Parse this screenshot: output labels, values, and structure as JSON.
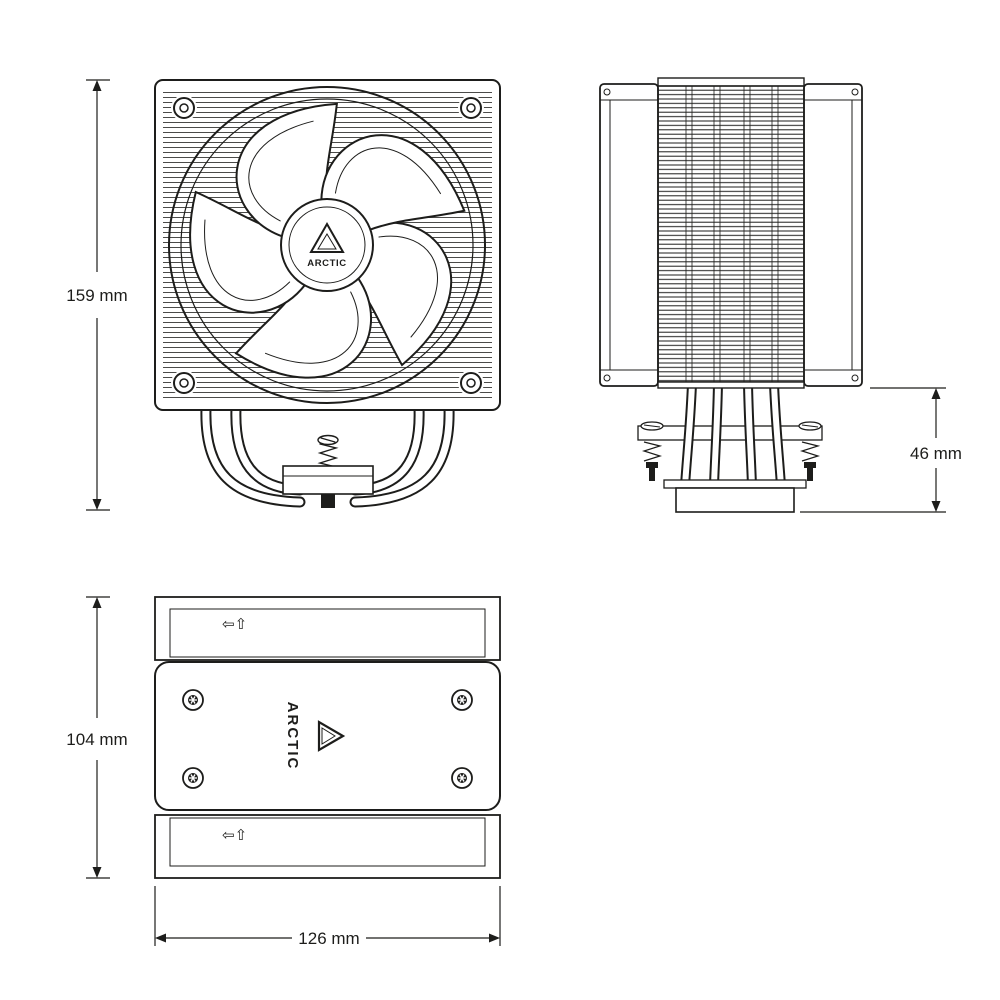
{
  "page": {
    "background": "#ffffff",
    "line_color": "#1d1d1b",
    "description": "Technical dimensional line drawing of a tower CPU cooler with fan, three orthographic views"
  },
  "labels": {
    "front_height": "159 mm",
    "side_clearance": "46 mm",
    "top_depth": "104 mm",
    "top_width": "126 mm"
  },
  "brand": {
    "fan_hub_text": "ARCTIC",
    "base_plate_text": "ARCTIC"
  },
  "icons": {
    "fan_clip_arrows": "⇦⇧"
  }
}
